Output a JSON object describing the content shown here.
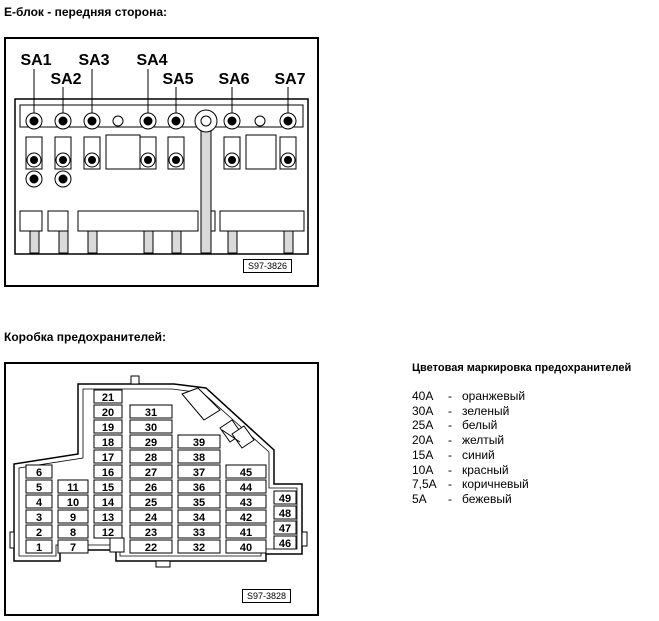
{
  "sections": {
    "eblock_heading": "Е-блок - передняя сторона:",
    "fusebox_heading": "Коробка предохранителей:"
  },
  "eblock": {
    "labels": [
      "SA1",
      "SA2",
      "SA3",
      "SA4",
      "SA5",
      "SA6",
      "SA7"
    ],
    "figure_code": "S97-3826"
  },
  "fusebox": {
    "figure_code": "S97-3828",
    "fuse_numbers": [
      "1",
      "2",
      "3",
      "4",
      "5",
      "6",
      "7",
      "8",
      "9",
      "10",
      "11",
      "12",
      "13",
      "14",
      "15",
      "16",
      "17",
      "18",
      "19",
      "20",
      "21",
      "22",
      "23",
      "24",
      "25",
      "26",
      "27",
      "28",
      "29",
      "30",
      "31",
      "32",
      "33",
      "34",
      "35",
      "36",
      "37",
      "38",
      "39",
      "40",
      "41",
      "42",
      "43",
      "44",
      "45",
      "46",
      "47",
      "48",
      "49"
    ]
  },
  "legend": {
    "title": "Цветовая маркировка предохранителей",
    "rows": [
      {
        "amp": "40A",
        "dash": "-",
        "color": "оранжевый"
      },
      {
        "amp": "30A",
        "dash": "-",
        "color": "зеленый"
      },
      {
        "amp": "25A",
        "dash": "-",
        "color": "белый"
      },
      {
        "amp": "20A",
        "dash": "-",
        "color": "желтый"
      },
      {
        "amp": "15A",
        "dash": "-",
        "color": "синий"
      },
      {
        "amp": "10A",
        "dash": "-",
        "color": "красный"
      },
      {
        "amp": "7,5A",
        "dash": "-",
        "color": "коричневый"
      },
      {
        "amp": "5A",
        "dash": "-",
        "color": "бежевый"
      }
    ]
  }
}
